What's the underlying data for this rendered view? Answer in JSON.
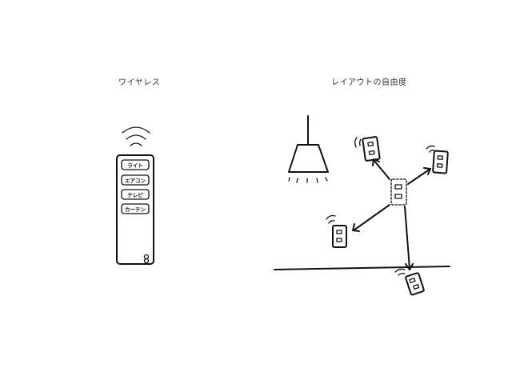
{
  "captions": {
    "left": "ワイヤレス",
    "right": "レイアウトの自由度"
  },
  "remote": {
    "buttons": [
      "ライト",
      "エアコン",
      "テレビ",
      "カーテン"
    ]
  },
  "colors": {
    "ink": "#111111",
    "background": "#ffffff"
  },
  "icons": [
    "wireless-signal-icon",
    "pendant-lamp-icon",
    "wall-switch-icon",
    "arrow-icon"
  ]
}
